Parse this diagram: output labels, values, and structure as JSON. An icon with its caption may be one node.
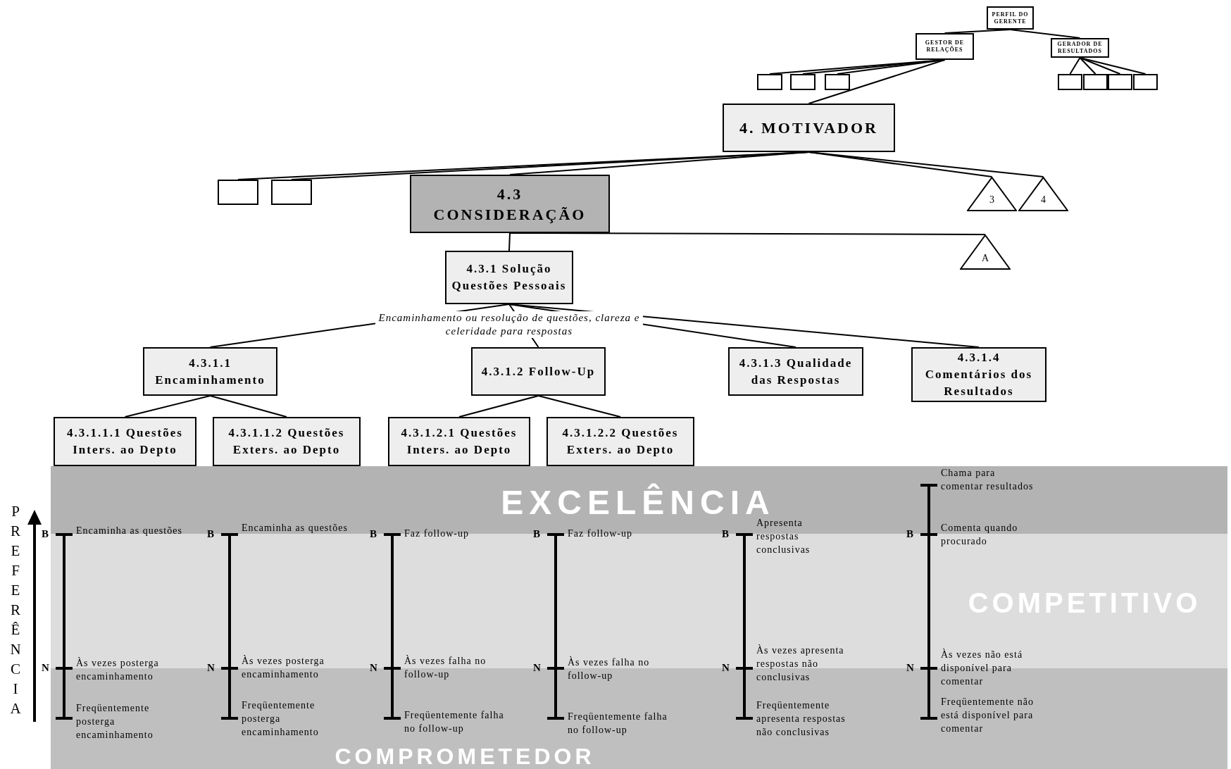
{
  "diagram": {
    "nodes": [
      {
        "text": [
          "PERFIL DO GERENTE"
        ]
      },
      {
        "text": [
          "GESTOR DE RELAÇÕES"
        ]
      },
      {
        "text": [
          "GERADOR DE RESULTADOS"
        ]
      },
      {
        "text": [],
        "shape": "box"
      },
      {
        "text": [],
        "shape": "box"
      },
      {
        "text": [],
        "shape": "box"
      },
      {
        "text": [],
        "shape": "box"
      },
      {
        "text": [],
        "shape": "box"
      },
      {
        "text": [],
        "shape": "box"
      },
      {
        "text": [],
        "shape": "box"
      },
      {
        "text": [
          "4. MOTIVADOR"
        ]
      },
      {
        "text": [],
        "shape": "box"
      },
      {
        "text": [],
        "shape": "box"
      },
      {
        "text": [
          "4.3 CONSIDERAÇÃO"
        ]
      },
      {
        "text": [
          "3"
        ]
      },
      {
        "text": [
          "4"
        ]
      },
      {
        "text": [
          "4.3.1 Solução Questões Pessoais"
        ],
        "beside": [
          "Encaminhamento ou resolução de questões, clareza e celeridade para respostas"
        ]
      },
      {
        "text": [
          "A"
        ]
      },
      {
        "text": [
          "4.3.1.1 Encaminhamento"
        ]
      },
      {
        "text": [
          "4.3.1.2 Follow-Up"
        ]
      },
      {
        "text": [
          "4.3.1.3 Qualidade das Respostas"
        ]
      },
      {
        "text": [
          "4.3.1.4 Comentários dos Resultados"
        ]
      },
      {
        "text": [
          "4.3.1.1.1 Questões Inters. ao Depto"
        ]
      },
      {
        "text": [
          "4.3.1.1.2 Questões Exters. ao Depto"
        ]
      },
      {
        "text": [
          "4.3.1.2.1 Questões Inters. ao Depto"
        ]
      },
      {
        "text": [
          "4.3.1.2.2 Questões Exters. ao Depto"
        ]
      }
    ],
    "edges": [
      {
        "from": 0,
        "to": 1,
        "arrow": "none"
      },
      {
        "from": 0,
        "to": 2,
        "arrow": "none"
      },
      {
        "from": 1,
        "to": 3,
        "arrow": "none"
      },
      {
        "from": 1,
        "to": 4,
        "arrow": "none"
      },
      {
        "from": 1,
        "to": 5,
        "arrow": "none"
      },
      {
        "from": 1,
        "to": 10,
        "arrow": "none"
      },
      {
        "from": 2,
        "to": 6,
        "arrow": "none"
      },
      {
        "from": 2,
        "to": 7,
        "arrow": "none"
      },
      {
        "from": 2,
        "to": 8,
        "arrow": "none"
      },
      {
        "from": 2,
        "to": 9,
        "arrow": "none"
      },
      {
        "from": 10,
        "to": 11,
        "arrow": "none"
      },
      {
        "from": 10,
        "to": 12,
        "arrow": "none"
      },
      {
        "from": 10,
        "to": 13,
        "arrow": "none"
      },
      {
        "from": 10,
        "to": 14,
        "arrow": "none"
      },
      {
        "from": 10,
        "to": 15,
        "arrow": "none"
      },
      {
        "from": 13,
        "to": 16,
        "arrow": "none"
      },
      {
        "from": 13,
        "to": 17,
        "arrow": "none"
      },
      {
        "from": 16,
        "to": 18,
        "arrow": "none"
      },
      {
        "from": 16,
        "to": 19,
        "arrow": "none"
      },
      {
        "from": 16,
        "to": 20,
        "arrow": "none"
      },
      {
        "from": 16,
        "to": 21,
        "arrow": "none"
      },
      {
        "from": 18,
        "to": 22,
        "arrow": "none"
      },
      {
        "from": 18,
        "to": 23,
        "arrow": "none"
      },
      {
        "from": 19,
        "to": 24,
        "arrow": "none"
      },
      {
        "from": 19,
        "to": 25,
        "arrow": "none"
      }
    ],
    "labels": [
      "EXCELÊNCIA",
      "COMPETITIVO",
      "COMPROMETEDOR",
      "PREFERÊNCIA",
      "B",
      "Encaminha as questões",
      "N",
      "Às vezes posterga encaminhamento",
      "Freqüentemente posterga encaminhamento",
      "B",
      "Encaminha as questões",
      "N",
      "Às vezes posterga encaminhamento",
      "Freqüentemente posterga encaminhamento",
      "B",
      "Faz follow-up",
      "N",
      "Às vezes falha no follow-up",
      "Freqüentemente falha no follow-up",
      "B",
      "Faz follow-up",
      "N",
      "Às vezes falha no follow-up",
      "Freqüentemente falha no follow-up",
      "B",
      "Apresenta respostas conclusivas",
      "N",
      "Às vezes apresenta respostas não conclusivas",
      "Freqüentemente apresenta respostas não conclusivas",
      "Chama para comentar resultados",
      "B",
      "Comenta quando procurado",
      "N",
      "Às vezes não está disponível para comentar",
      "Freqüentemente não está disponível para comentar"
    ]
  }
}
